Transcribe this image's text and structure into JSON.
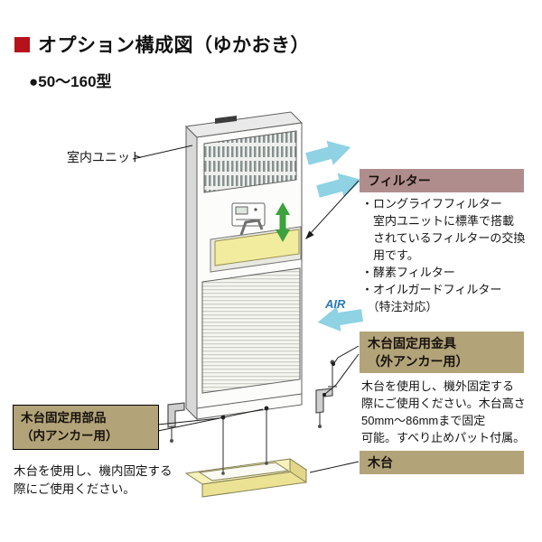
{
  "header": {
    "title": "オプション構成図（ゆかおき）",
    "model": "●50〜160型"
  },
  "unit": {
    "label": "室内ユニット"
  },
  "air": {
    "label": "AIR"
  },
  "filter_section": {
    "header": "フィルター",
    "body": [
      "・ロングライフフィルター",
      "　室内ユニットに標準で搭載",
      "　されているフィルターの交換",
      "　用です。",
      "・酵素フィルター",
      "・オイルガードフィルター",
      "　（特注対応）"
    ]
  },
  "outer_anchor_section": {
    "header_line1": "木台固定用金具",
    "header_line2": "（外アンカー用）",
    "body": [
      "木台を使用し、機外固定する",
      "際にご使用ください。木台高さ",
      "50mm〜86mmまで固定",
      "可能。すべり止めパット付属。"
    ]
  },
  "inner_anchor_section": {
    "header_line1": "木台固定用部品",
    "header_line2": "（内アンカー用）",
    "body": [
      "木台を使用し、機内固定する",
      "際にご使用ください。"
    ]
  },
  "base_section": {
    "header": "木台"
  },
  "colors": {
    "accent_red": "#b5121b",
    "filter_header_bg": "#b08d8d",
    "tan_header_bg": "#b2a379",
    "flow_arrow_blue": "#8ed2e4",
    "air_text_blue": "#2878b8",
    "green_arrow": "#3ca23c",
    "filter_yellow": "#f2ec9e",
    "base_top_yellow": "#f7f1ba"
  }
}
